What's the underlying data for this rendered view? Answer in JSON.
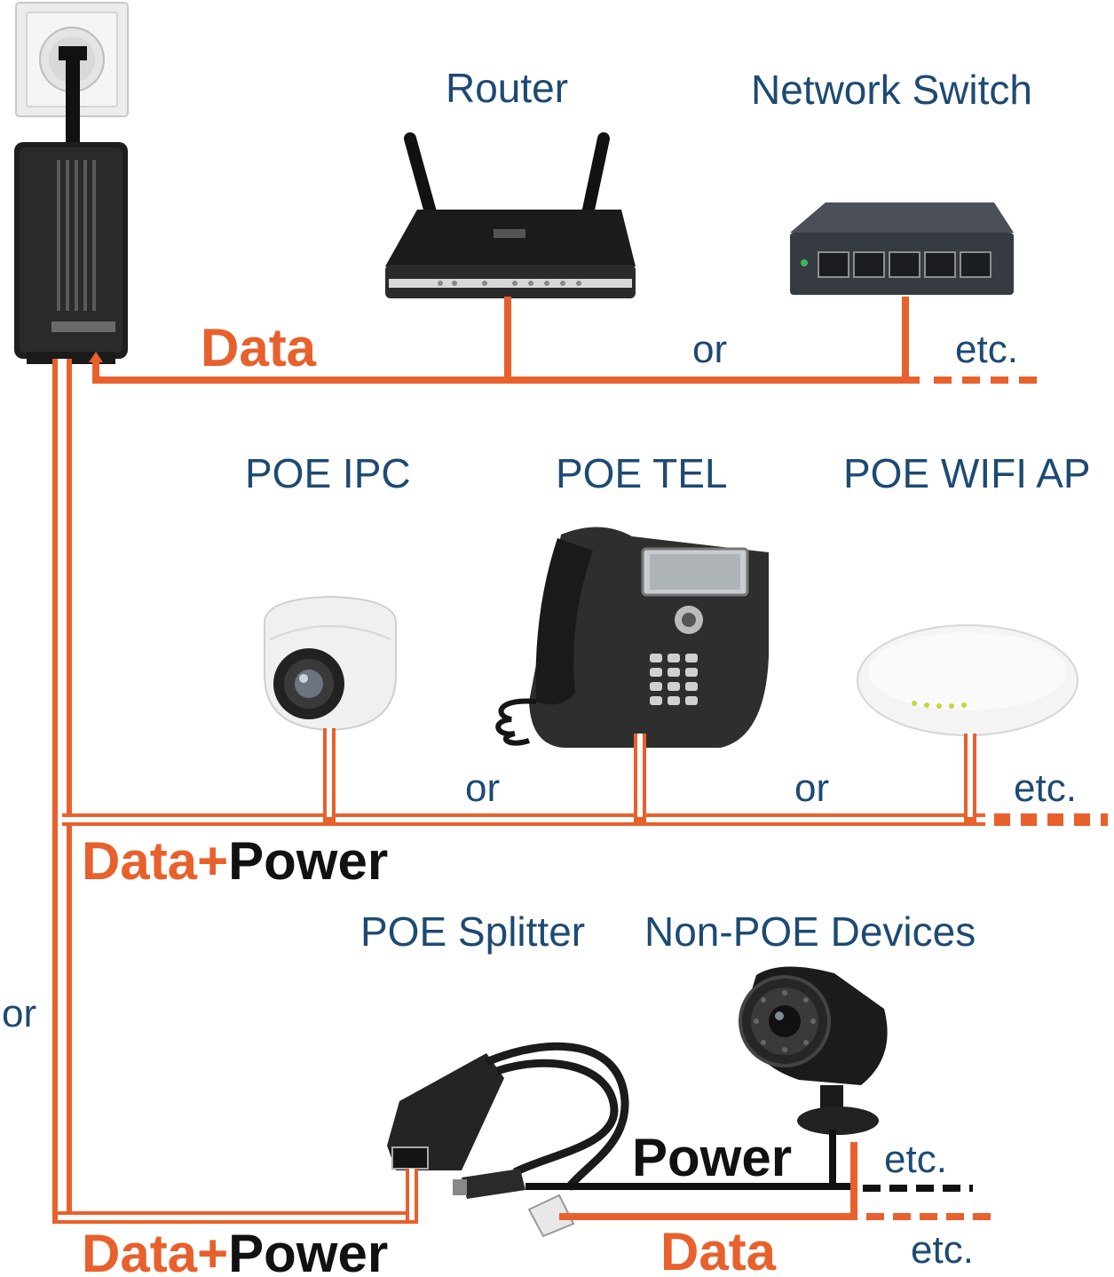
{
  "colors": {
    "data_wire": "#e8602c",
    "power_wire": "#111111",
    "title_text": "#1d4a72",
    "accent_text": "#e8602c"
  },
  "icons": [
    "wall-socket-icon",
    "poe-injector-icon",
    "router-icon",
    "network-switch-icon",
    "dome-camera-icon",
    "ip-phone-icon",
    "wifi-ap-icon",
    "bullet-camera-icon",
    "poe-splitter-icon"
  ],
  "top_section": {
    "router_title": "Router",
    "switch_title": "Network Switch",
    "data_label": "Data",
    "or_label": "or",
    "etc_label": "etc."
  },
  "middle_section": {
    "ipc_title": "POE IPC",
    "tel_title": "POE TEL",
    "ap_title": "POE WIFI AP",
    "or_label_1": "or",
    "or_label_2": "or",
    "etc_label": "etc.",
    "data_word": "Data",
    "plus": "+",
    "power_word": "Power"
  },
  "left_or": "or",
  "bottom_section": {
    "splitter_title": "POE Splitter",
    "nonpoe_title": "Non-POE Devices",
    "power_label": "Power",
    "data_label": "Data",
    "etc_power": "etc.",
    "etc_data": "etc.",
    "data_word": "Data",
    "plus": "+",
    "power_word": "Power"
  }
}
